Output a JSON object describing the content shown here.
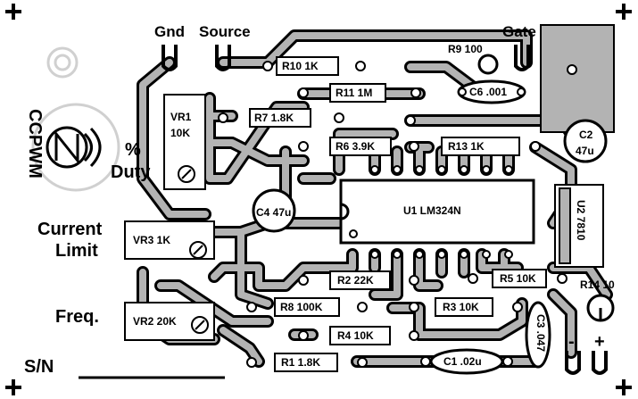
{
  "headers": {
    "gnd": "Gnd",
    "source": "Source",
    "gate": "Gate"
  },
  "side": {
    "percent": "%",
    "duty": "Duty",
    "current": "Current",
    "limit": "Limit",
    "freq": "Freq.",
    "serial": "S/N",
    "ccpwm": "CCPWM"
  },
  "components": {
    "r10": "R10 1K",
    "r11": "R11 1M",
    "r7": "R7 1.8K",
    "r6": "R6 3.9K",
    "r13": "R13 1K",
    "r9": "R9 100",
    "c6": "C6 .001",
    "c2a": "C2",
    "c2b": "47u",
    "vr1a": "VR1",
    "vr1b": "10K",
    "c4": "C4 47u",
    "u1": "U1 LM324N",
    "u2": "U2 7810",
    "vr3": "VR3 1K",
    "r2": "R2 22K",
    "r5": "R5 10K",
    "r14": "R14 10",
    "vr2": "VR2 20K",
    "r8": "R8 100K",
    "r3": "R3 10K",
    "c3": "C3 .047",
    "r4": "R4 10K",
    "r1": "R1 1.8K",
    "c1": "C1 .02u"
  },
  "polarity": {
    "minus": "-",
    "plus": "+"
  },
  "colors": {
    "copper": "#000000",
    "trace": "#b3b3b3",
    "board": "#ffffff",
    "pad": "#ffffff"
  }
}
